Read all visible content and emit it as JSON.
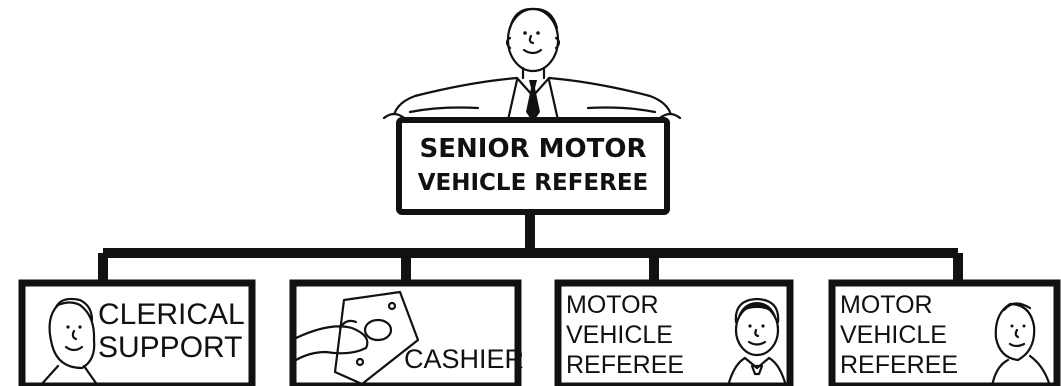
{
  "top": {
    "line1": "SENIOR MOTOR",
    "line2": "VEHICLE REFEREE"
  },
  "children": [
    {
      "lines": [
        "CLERICAL",
        "SUPPORT"
      ],
      "icon": "man-face-icon"
    },
    {
      "lines": [
        "CASHIER"
      ],
      "icon": "hand-with-money-icon"
    },
    {
      "lines": [
        "MOTOR",
        "VEHICLE",
        "REFEREE"
      ],
      "icon": "man-face-icon"
    },
    {
      "lines": [
        "MOTOR",
        "VEHICLE",
        "REFEREE"
      ],
      "icon": "man-face-icon"
    }
  ]
}
